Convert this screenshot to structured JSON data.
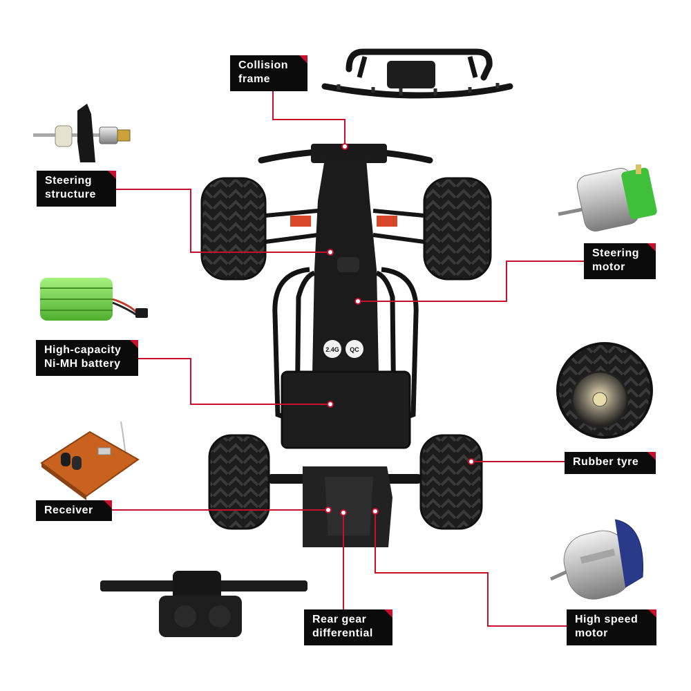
{
  "labels": {
    "collision_frame": "Collision\nframe",
    "steering_structure": "Steering\nstructure",
    "steering_motor": "Steering\nmotor",
    "battery": "High-capacity\nNi-MH battery",
    "rubber_tyre": "Rubber tyre",
    "receiver": "Receiver",
    "rear_gear_differential": "Rear gear\ndifferential",
    "high_speed_motor": "High speed\nmotor"
  },
  "markings": {
    "frequency": "2.4G",
    "qc": "QC"
  },
  "colors": {
    "label_bg": "#0b0b0b",
    "label_text": "#ffffff",
    "accent": "#c8102e",
    "battery": "#7ed957",
    "circuit_board": "#c8621e"
  }
}
